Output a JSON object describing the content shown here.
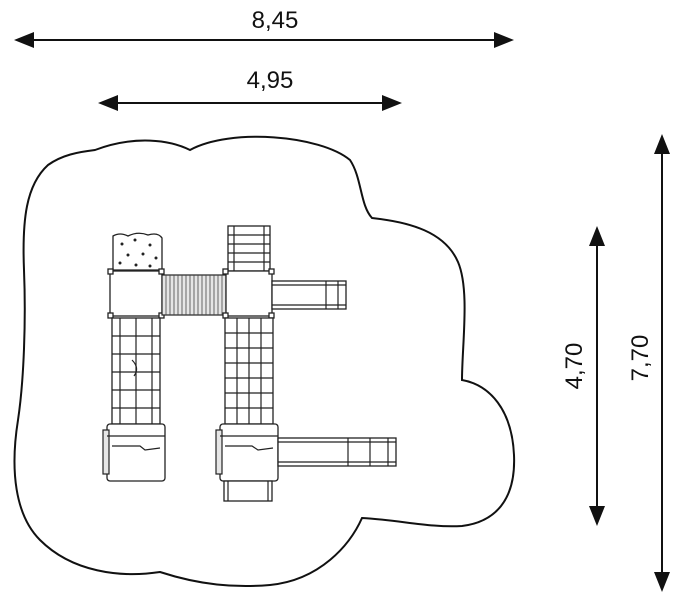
{
  "dimensions": {
    "overall_width": "8,45",
    "structure_width": "4,95",
    "structure_depth": "4,70",
    "overall_depth": "7,70"
  }
}
